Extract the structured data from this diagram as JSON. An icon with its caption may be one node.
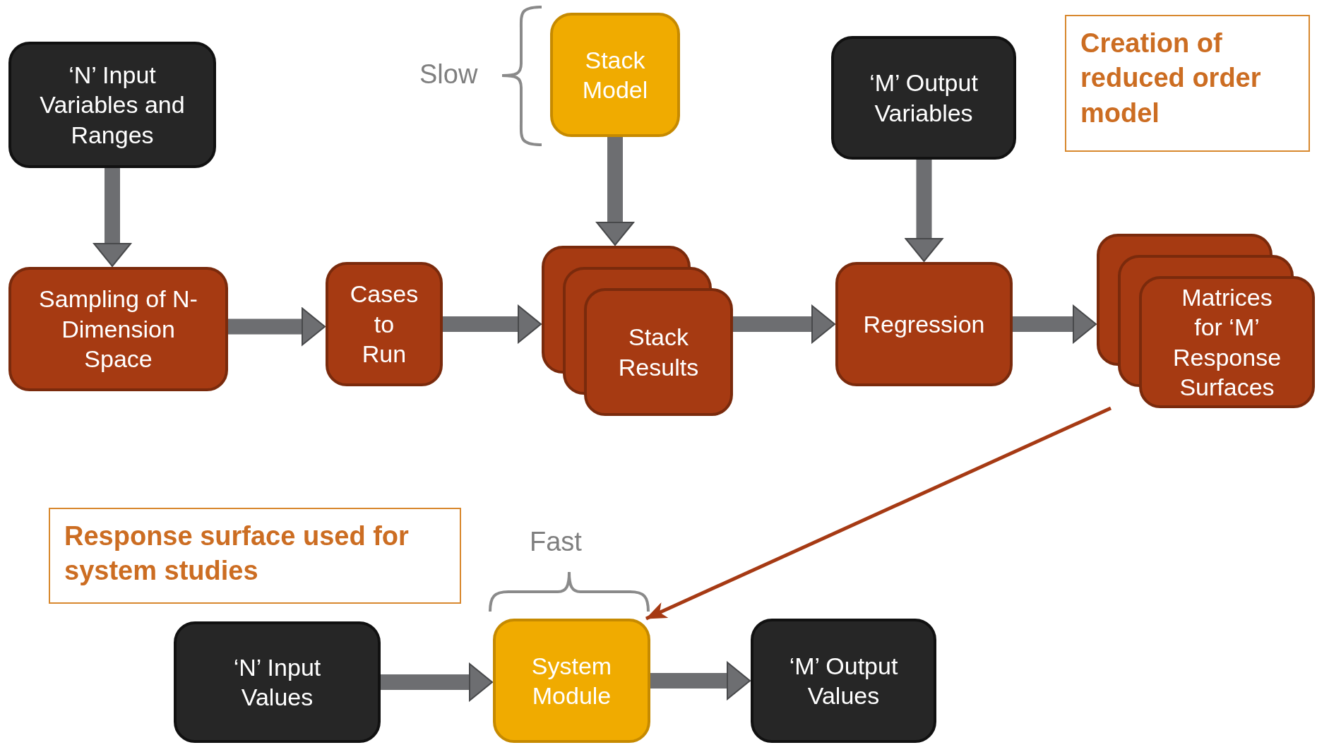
{
  "diagram": {
    "nodes": [
      {
        "text": [
          "‘N’ Input Variables and Ranges"
        ]
      },
      {
        "text": [
          "Stack Model"
        ],
        "beside": [
          "Slow"
        ]
      },
      {
        "text": [
          "‘M’ Output Variables"
        ]
      },
      {
        "text": [
          "Creation of reduced order model"
        ]
      },
      {
        "text": [
          "Sampling of N-Dimension Space"
        ]
      },
      {
        "text": [
          "Cases to Run"
        ]
      },
      {
        "text": [
          "Stack Results"
        ]
      },
      {
        "text": [
          "Regression"
        ]
      },
      {
        "text": [
          "Matrices for ‘M’ Response Surfaces"
        ]
      },
      {
        "text": [
          "Response surface used for system studies"
        ]
      },
      {
        "text": [
          "‘N’ Input Values"
        ]
      },
      {
        "text": [
          "System Module"
        ],
        "beside": [
          "Fast"
        ]
      },
      {
        "text": [
          "‘M’ Output Values"
        ]
      }
    ],
    "edges": [
      {
        "from": 0,
        "to": 4,
        "arrow": "to"
      },
      {
        "from": 4,
        "to": 5,
        "arrow": "to"
      },
      {
        "from": 5,
        "to": 6,
        "arrow": "to"
      },
      {
        "from": 1,
        "to": 6,
        "arrow": "to"
      },
      {
        "from": 6,
        "to": 7,
        "arrow": "to"
      },
      {
        "from": 2,
        "to": 7,
        "arrow": "to"
      },
      {
        "from": 7,
        "to": 8,
        "arrow": "to"
      },
      {
        "from": 8,
        "to": 11,
        "arrow": "to",
        "color": "#a63a14"
      },
      {
        "from": 10,
        "to": 11,
        "arrow": "to"
      },
      {
        "from": 11,
        "to": 12,
        "arrow": "to"
      }
    ]
  }
}
